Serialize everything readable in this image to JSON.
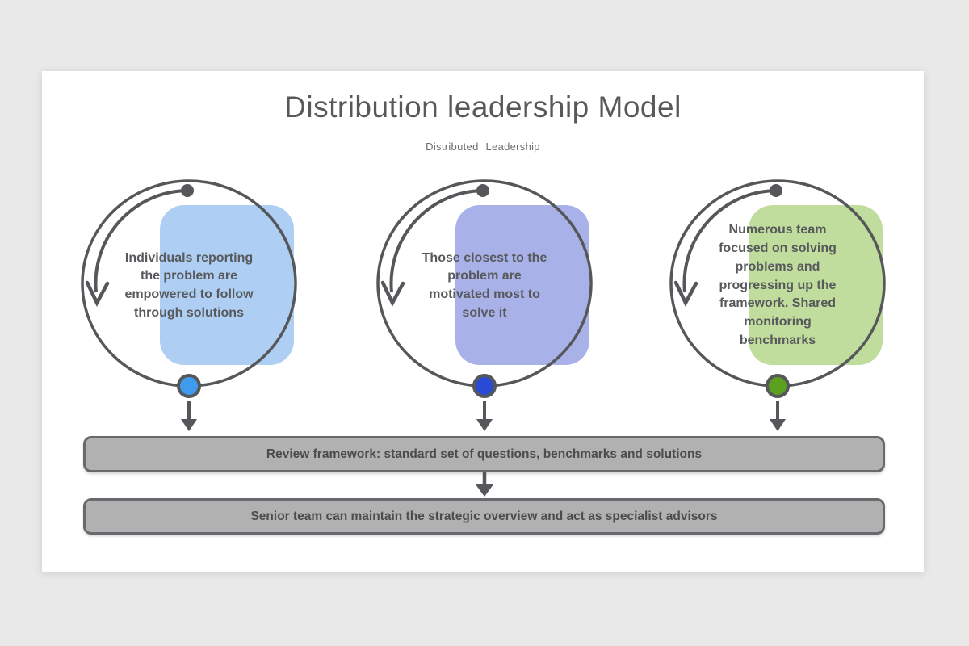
{
  "page": {
    "background_color": "#e9e9e9",
    "card_background": "#ffffff"
  },
  "header": {
    "title": "Distribution leadership Model",
    "subtitle": "Distributed Leadership"
  },
  "colors": {
    "outline": "#55575a",
    "bar_fill": "#b1b1b2",
    "bar_border": "#68696c"
  },
  "stages": [
    {
      "name": "individuals-reporting",
      "text": "Individuals reporting\nthe problem are\nempowered to follow\nthrough solutions",
      "panel_color": "#aecff3",
      "dot_color": "#3f9bed"
    },
    {
      "name": "closest-to-problem",
      "text": "Those closest to the\nproblem are\nmotivated most to\nsolve it",
      "panel_color": "#a8b1e8",
      "dot_color": "#2a4ad6"
    },
    {
      "name": "numerous-teams",
      "text": "Numerous team\nfocused on solving\nproblems and\nprogressing up the\nframework. Shared\nmonitoring\nbenchmarks",
      "panel_color": "#c0dd9d",
      "dot_color": "#5ba11f"
    }
  ],
  "bars": [
    {
      "text": "Review framework: standard set of questions, benchmarks and solutions"
    },
    {
      "text": "Senior team can maintain the strategic overview and act as specialist advisors"
    }
  ]
}
